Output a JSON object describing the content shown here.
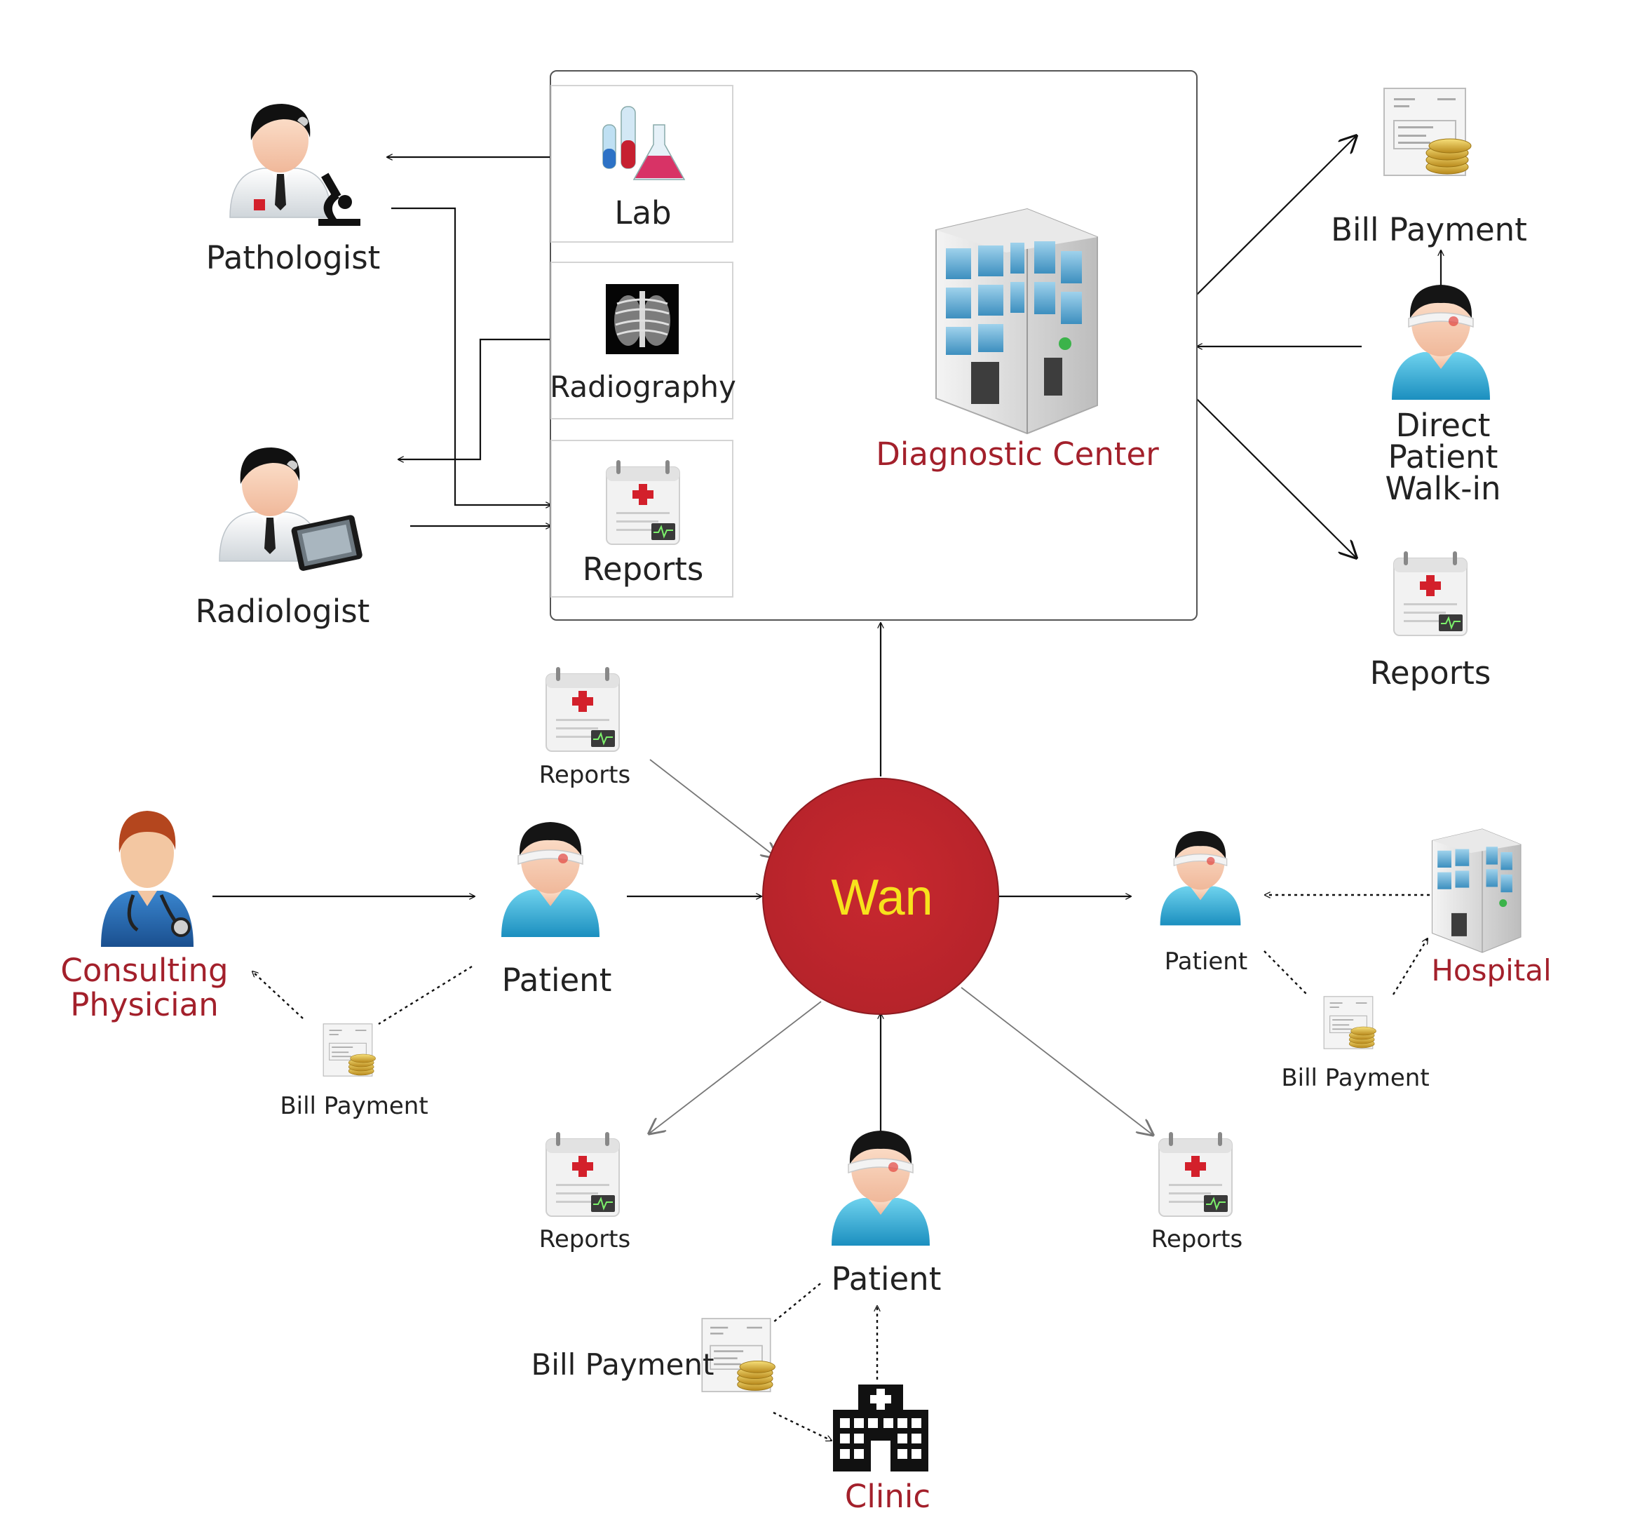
{
  "center": {
    "title": "Diagnostic Center",
    "sections": [
      {
        "label": "Lab",
        "icon": "test-tubes-icon"
      },
      {
        "label": "Radiography",
        "icon": "chest-xray-icon"
      },
      {
        "label": "Reports",
        "icon": "medical-report-icon"
      }
    ],
    "building_icon": "office-building-icon"
  },
  "wan": {
    "label": "Wan",
    "color": "#c0272d"
  },
  "actors": {
    "pathologist": {
      "label": "Pathologist",
      "icon": "doctor-microscope-icon"
    },
    "radiologist": {
      "label": "Radiologist",
      "icon": "doctor-xray-icon"
    },
    "consulting_physician": {
      "label": "Consulting\nPhysician",
      "icon": "physician-stethoscope-icon"
    },
    "patient_left": {
      "label": "Patient",
      "icon": "patient-icon"
    },
    "patient_right": {
      "label": "Patient",
      "icon": "patient-icon"
    },
    "patient_bottom": {
      "label": "Patient",
      "icon": "patient-icon"
    },
    "walkin_patient": {
      "label": "Direct  Patient\nWalk-in",
      "icon": "patient-icon"
    },
    "hospital": {
      "label": "Hospital",
      "icon": "hospital-building-icon"
    },
    "clinic": {
      "label": "Clinic",
      "icon": "clinic-icon"
    }
  },
  "documents": {
    "bill_top_right": {
      "label": "Bill Payment",
      "icon": "bill-coins-icon"
    },
    "reports_right": {
      "label": "Reports",
      "icon": "medical-report-icon"
    },
    "reports_upper_left": {
      "label": "Reports",
      "icon": "medical-report-icon"
    },
    "bill_left": {
      "label": "Bill Payment",
      "icon": "bill-coins-icon"
    },
    "bill_right": {
      "label": "Bill Payment",
      "icon": "bill-coins-icon"
    },
    "reports_lower_left": {
      "label": "Reports",
      "icon": "medical-report-icon"
    },
    "reports_lower_right": {
      "label": "Reports",
      "icon": "medical-report-icon"
    },
    "bill_bottom": {
      "label": "Bill Payment",
      "icon": "bill-coins-icon"
    }
  },
  "colors": {
    "accent_red": "#a3202b",
    "wan_fill": "#c0272d",
    "wan_text": "#f7e21c"
  }
}
